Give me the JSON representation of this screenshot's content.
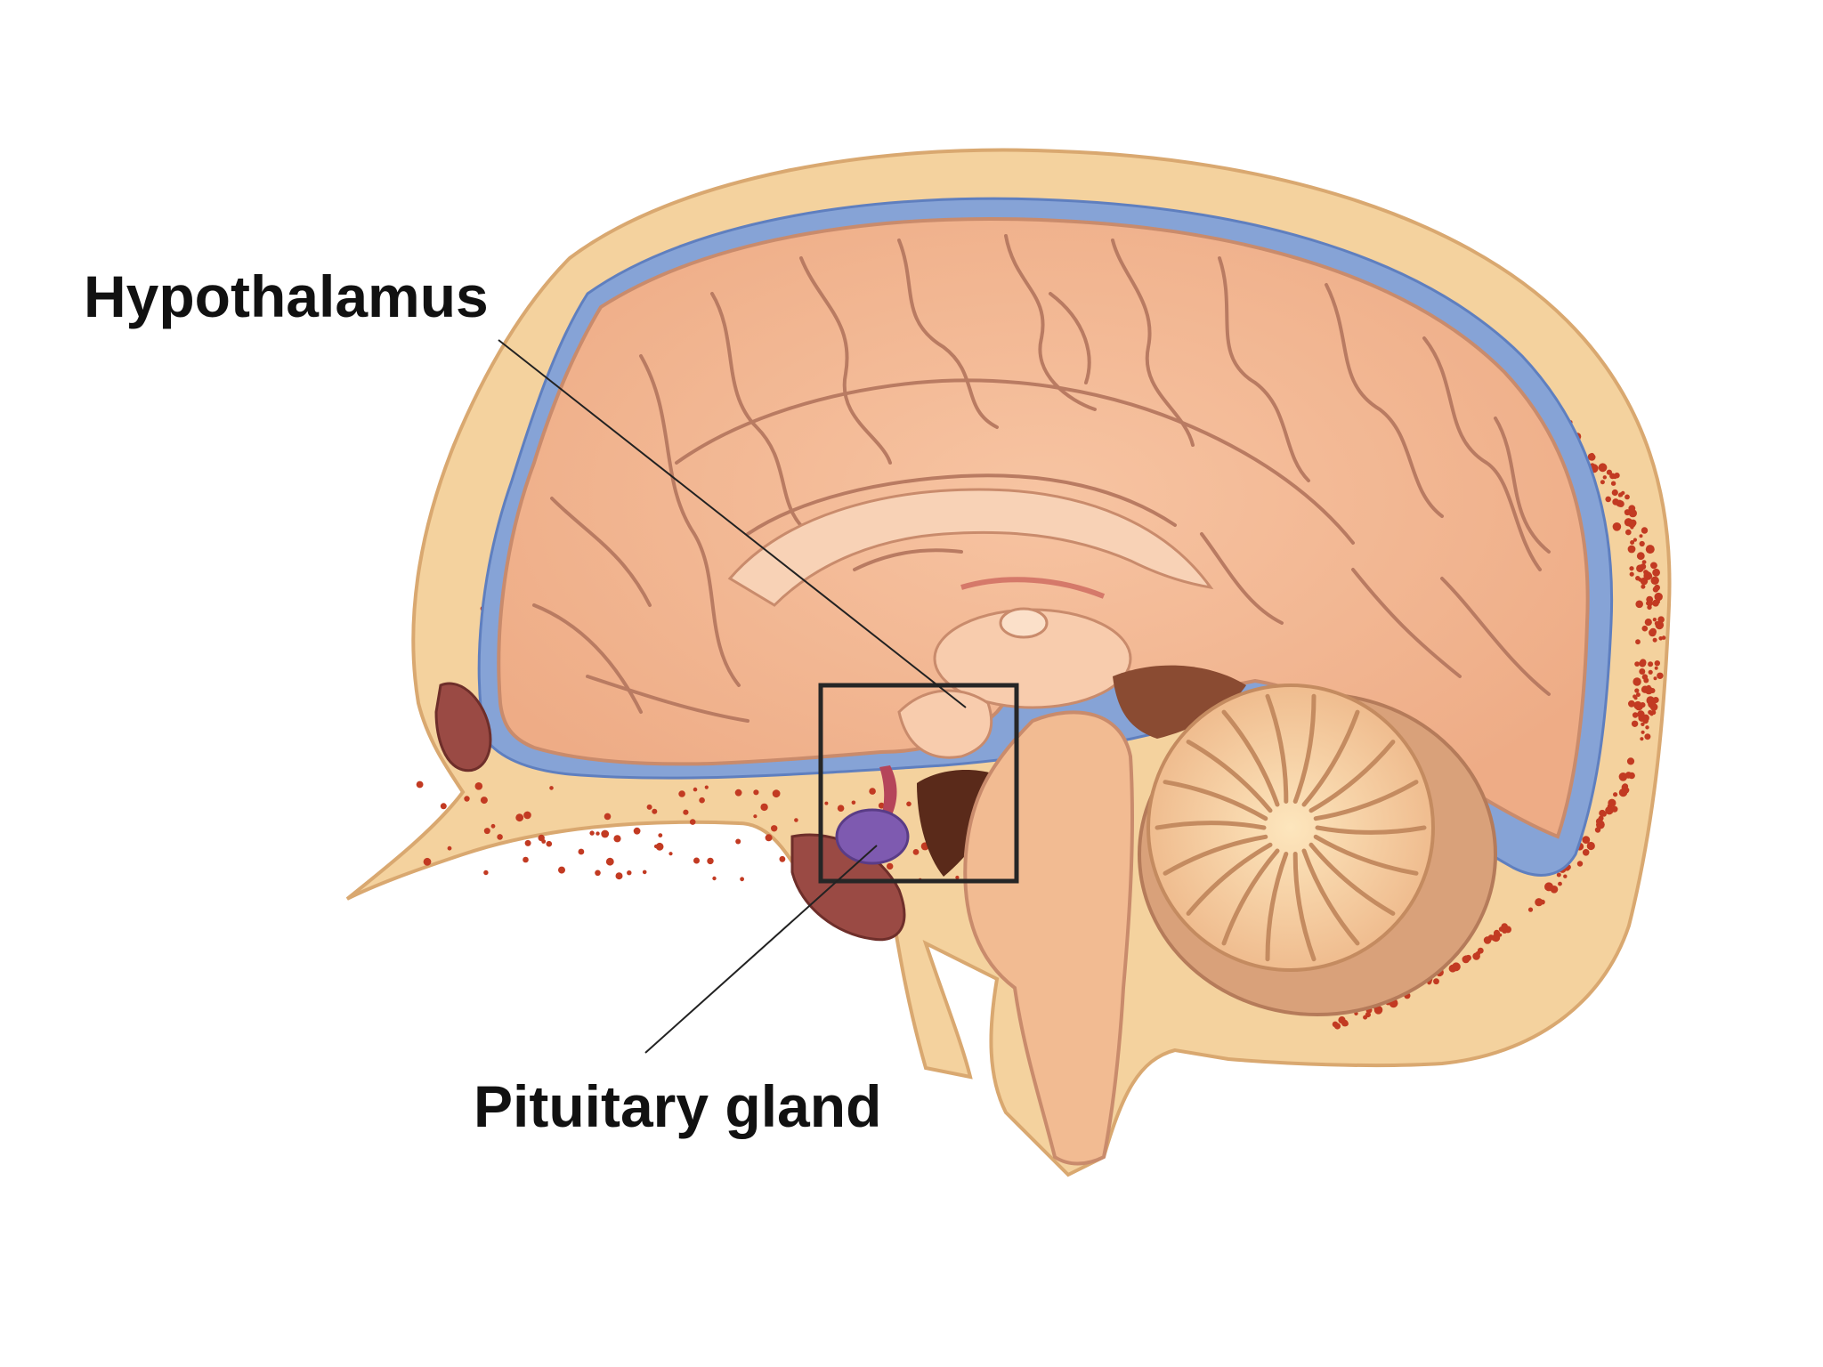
{
  "labels": {
    "hypothalamus": "Hypothalamus",
    "pituitary": "Pituitary gland"
  },
  "colors": {
    "background": "#ffffff",
    "skull": "#f4d29e",
    "skull_edge": "#d9a870",
    "marrow_dots": "#c23a22",
    "meninges": "#86a3d6",
    "meninges_edge": "#5f7fbf",
    "brain": "#f3b894",
    "brain_light": "#f8ccad",
    "sulcus": "#b97b62",
    "cavity": "#8a4b32",
    "cerebellum": "#f1c89c",
    "cerebellum_core": "#fde3b8",
    "brainstem": "#f2bb92",
    "pituitary": "#7e5ab0",
    "pituitary_stalk": "#b5455a",
    "sinus": "#9a4a44",
    "leader_line": "#222222",
    "focus_box": "#262626"
  },
  "icons": {
    "focus_box": "square-outline"
  }
}
